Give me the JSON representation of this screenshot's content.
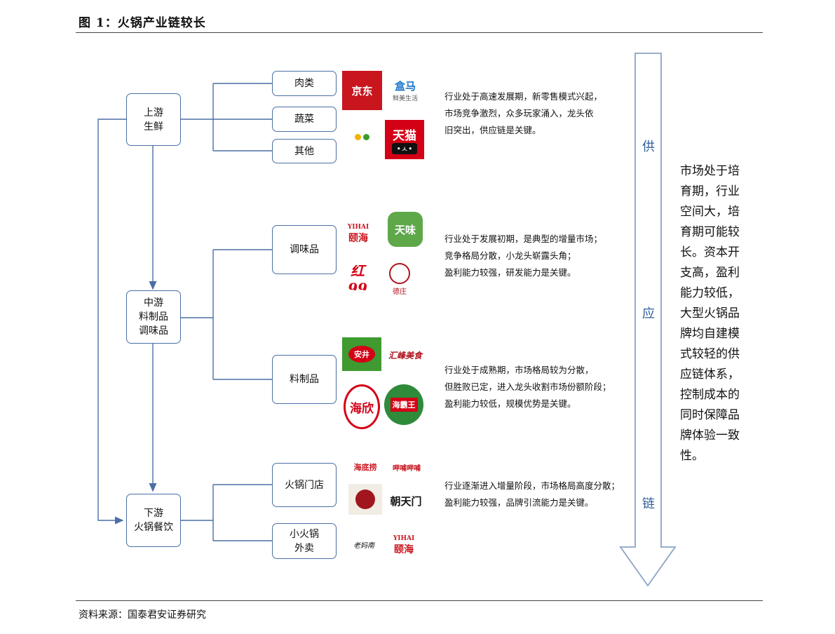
{
  "figure_title": "图 1：火锅产业链较长",
  "source": "资料来源：国泰君安证券研究",
  "nodes": {
    "upstream": [
      "上游",
      "生鲜"
    ],
    "midstream": [
      "中游",
      "料制品",
      "调味品"
    ],
    "downstream": [
      "下游",
      "火锅餐饮"
    ]
  },
  "categories": {
    "meat": "肉类",
    "vegetables": "蔬菜",
    "other": "其他",
    "seasoning": "调味品",
    "prepared": "料制品",
    "hotpot_store": "火锅门店",
    "takeaway": [
      "小火锅",
      "外卖"
    ]
  },
  "descriptions": {
    "upstream": [
      "行业处于高速发展期，新零售模式兴起，",
      "市场竞争激烈，众多玩家涌入，龙头依",
      "旧突出，供应链是关键。"
    ],
    "seasoning": [
      "行业处于发展初期，是典型的增量市场；",
      "竞争格局分散，小龙头崭露头角；",
      "盈利能力较强，研发能力是关键。"
    ],
    "prepared": [
      "行业处于成熟期，市场格局较为分散，",
      "但胜败已定，进入龙头收割市场份额阶段；",
      "盈利能力较低，规模优势是关键。"
    ],
    "downstream": [
      "行业逐渐进入增量阶段，市场格局高度分散；",
      "盈利能力较强，品牌引流能力是关键。"
    ]
  },
  "supply_chain_arrow": [
    "供",
    "应",
    "链"
  ],
  "side_text": [
    "市场处于培",
    "育期，行业",
    "空间大，培",
    "育期可能较",
    "长。资本开",
    "支高，盈利",
    "能力较低，",
    "大型火锅品",
    "牌均自建模",
    "式较轻的供",
    "应链体系，",
    "控制成本的",
    "同时保障品",
    "牌体验一致",
    "性。"
  ],
  "logos": {
    "jd": "京东",
    "hema_top": "盒马",
    "hema_bottom": "鲜美生活",
    "tmall": "天猫",
    "tmall_face": "•ㅅ•",
    "yihai_en": "YIHAI",
    "yihai_cn": "颐海",
    "tianwei": "天味",
    "hong99": "红99",
    "deyi": "德庄",
    "anjing": "安井",
    "huiji": "汇峰美食",
    "haixin": "海欣",
    "haibawang": "海霸王",
    "haidilao": "海底捞",
    "xiabu": "呷哺呷哺",
    "chaotianmen": "朝天门",
    "laomalan": "老妈南"
  },
  "colors": {
    "line": "#4a6fa5",
    "arrow": "#8aa3c4",
    "jd": "#c9151e",
    "tmall": "#d40016",
    "tianwei": "#5fa84a",
    "anjing": "#3f9a2f"
  }
}
